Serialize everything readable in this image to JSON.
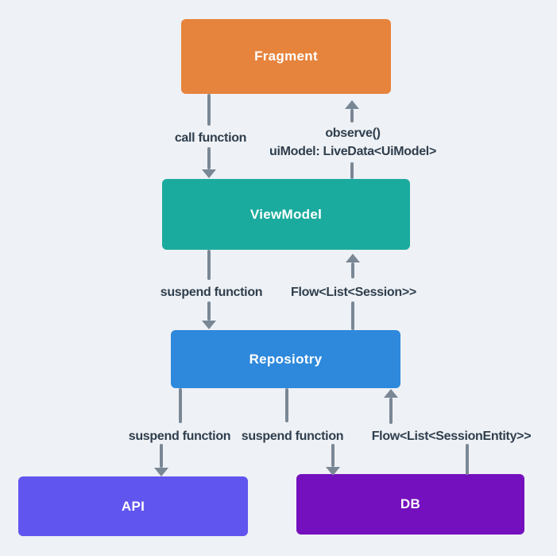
{
  "diagram": {
    "background_color": "#eef1f5",
    "connector_color": "#7a8795",
    "label_color": "#2f3e4d"
  },
  "nodes": {
    "fragment": {
      "label": "Fragment",
      "color": "#e6833c"
    },
    "viewmodel": {
      "label": "ViewModel",
      "color": "#1bab9e"
    },
    "repository": {
      "label": "Reposiotry",
      "color": "#2e89dc"
    },
    "api": {
      "label": "API",
      "color": "#6155f0"
    },
    "db": {
      "label": "DB",
      "color": "#7510be"
    }
  },
  "edges": {
    "fragment_to_viewmodel": {
      "direction": "down",
      "label": "call function"
    },
    "viewmodel_to_fragment": {
      "direction": "up",
      "line1": "observe()",
      "line2": "uiModel: LiveData<UiModel>"
    },
    "viewmodel_to_repository": {
      "direction": "down",
      "label": "suspend function"
    },
    "repository_to_viewmodel": {
      "direction": "up",
      "label": "Flow<List<Session>>"
    },
    "repository_to_api": {
      "direction": "down",
      "label": "suspend function"
    },
    "repository_to_db": {
      "direction": "down",
      "label": "suspend function"
    },
    "db_to_repository": {
      "direction": "up",
      "label": "Flow<List<SessionEntity>>"
    }
  }
}
